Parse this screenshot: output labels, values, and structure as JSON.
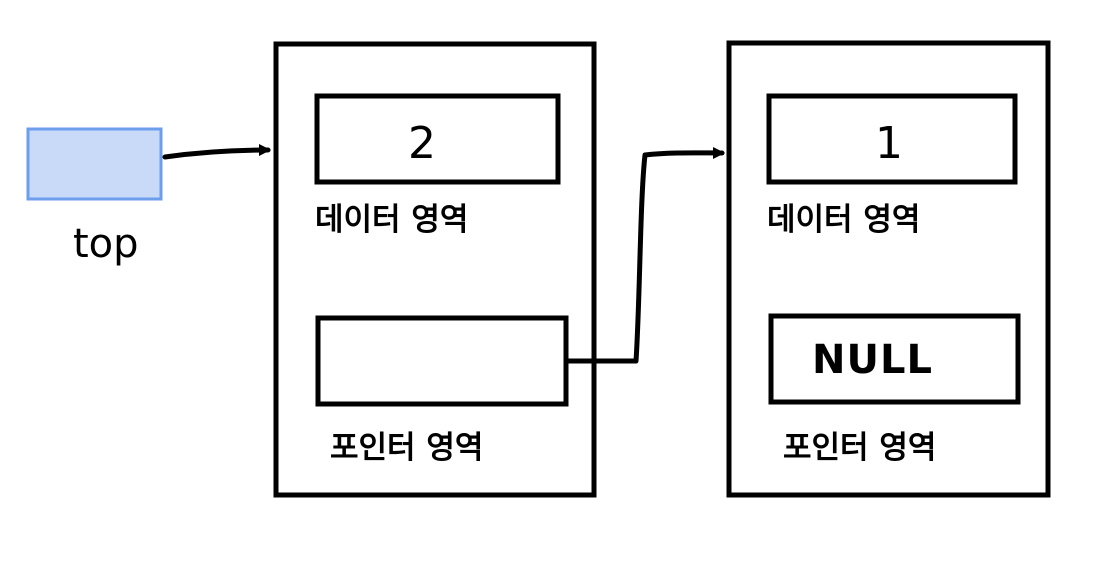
{
  "stack_pointer": {
    "label": "top",
    "fill_color": "#c9daf8",
    "stroke_color": "#6d9eeb"
  },
  "nodes": [
    {
      "data_value": "2",
      "data_area_label": "데이터 영역",
      "pointer_value": "",
      "pointer_area_label": "포인터 영역"
    },
    {
      "data_value": "1",
      "data_area_label": "데이터 영역",
      "pointer_value": "NULL",
      "pointer_area_label": "포인터 영역"
    }
  ]
}
